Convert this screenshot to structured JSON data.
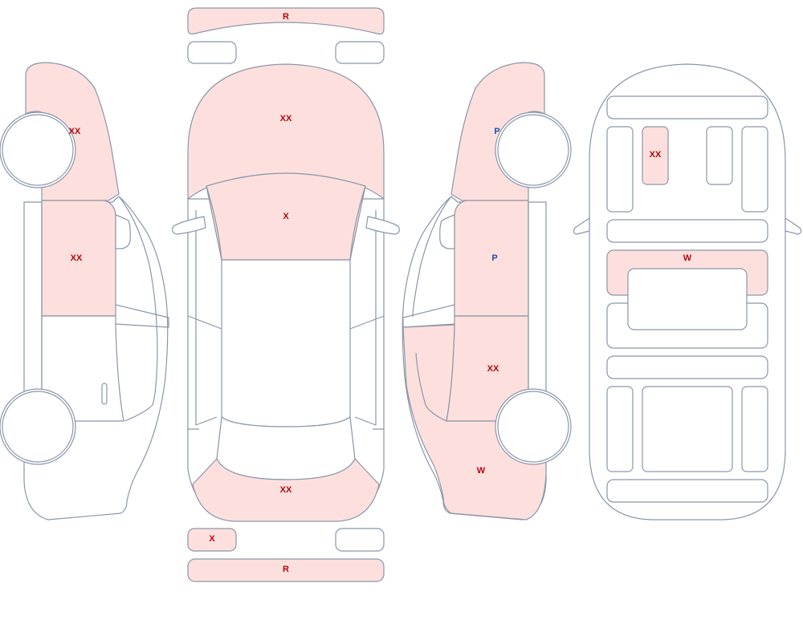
{
  "marks": {
    "rear_bumper_top": "R",
    "hood": "XX",
    "windshield": "X",
    "trunk_lid": "XX",
    "rear_left_lamp": "X",
    "front_bumper_bottom": "R",
    "left_front_fender": "XX",
    "left_front_door": "XX",
    "right_front_fender": "P",
    "right_front_door": "P",
    "right_rear_door": "XX",
    "right_rear_quarter": "W",
    "underbody_part": "XX",
    "underbody_crossmember": "W"
  },
  "colors": {
    "outline": "#8a96aa",
    "damage_fill": "#fde0dd",
    "mark_red": "#b3080f",
    "mark_blue": "#1e4fa8"
  }
}
